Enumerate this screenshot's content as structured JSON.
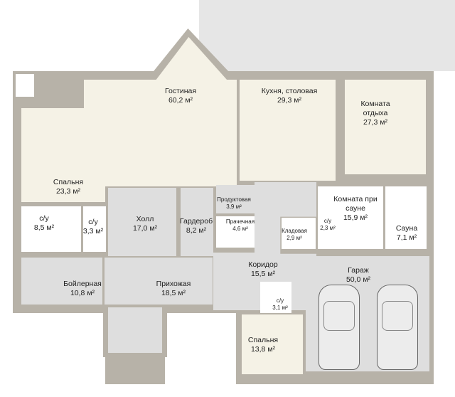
{
  "rooms": [
    {
      "id": "living",
      "name": "Гостиная",
      "area": "60,2 м²"
    },
    {
      "id": "kitchen",
      "name": "Кухня, столовая",
      "area": "29,3 м²"
    },
    {
      "id": "lounge",
      "name": "Комната отдыха",
      "area": "27,3 м²"
    },
    {
      "id": "bedroom1",
      "name": "Спальня",
      "area": "23,3 м²"
    },
    {
      "id": "hall",
      "name": "Холл",
      "area": "17,0 м²"
    },
    {
      "id": "wardrobe",
      "name": "Гардероб",
      "area": "8,2 м²"
    },
    {
      "id": "pantry",
      "name": "Продуктовая",
      "area": "3,9 м²"
    },
    {
      "id": "laundry",
      "name": "Прачечная",
      "area": "4,6 м²"
    },
    {
      "id": "sauna-room",
      "name": "Комната при сауне",
      "area": "15,9 м²"
    },
    {
      "id": "sauna",
      "name": "Сауна",
      "area": "7,1 м²"
    },
    {
      "id": "storage",
      "name": "Кладовая",
      "area": "2,9 м²"
    },
    {
      "id": "wc4",
      "name": "с/у",
      "area": "2,3 м²"
    },
    {
      "id": "wc1",
      "name": "с/у",
      "area": "8,5 м²"
    },
    {
      "id": "wc2",
      "name": "с/у",
      "area": "3,3 м²"
    },
    {
      "id": "boiler",
      "name": "Бойлерная",
      "area": "10,8 м²"
    },
    {
      "id": "entrance",
      "name": "Прихожая",
      "area": "18,5 м²"
    },
    {
      "id": "corridor",
      "name": "Коридор",
      "area": "15,5 м²"
    },
    {
      "id": "garage",
      "name": "Гараж",
      "area": "50,0 м²"
    },
    {
      "id": "wc3",
      "name": "с/у",
      "area": "3,1 м²"
    },
    {
      "id": "bedroom2",
      "name": "Спальня",
      "area": "13,8 м²"
    }
  ],
  "colors": {
    "wall": "#b7b2a8",
    "living": "#f5f2e6",
    "service": "#dedede",
    "wet": "#ffffff"
  }
}
